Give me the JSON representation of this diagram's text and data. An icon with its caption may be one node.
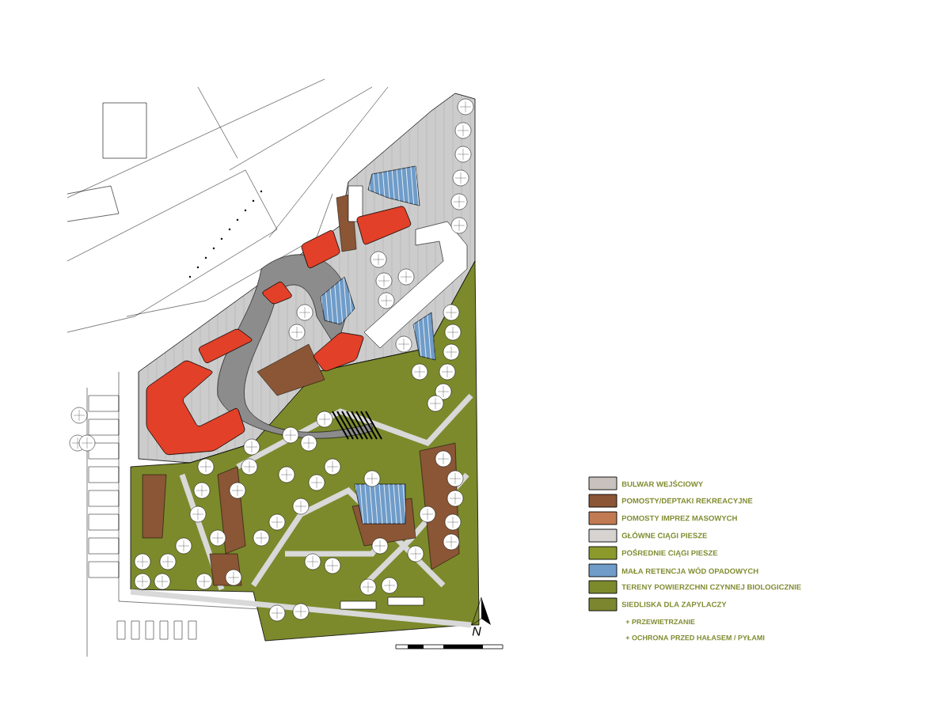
{
  "diagram": {
    "legend": [
      {
        "text": "BULWAR WEJŚCIOWY",
        "color": "#c9c1bd"
      },
      {
        "text": "POMOSTY/DEPTAKI REKREACYJNE",
        "color": "#8a5636"
      },
      {
        "text": "POMOSTY IMPREZ MASOWYCH",
        "color": "#c27a52"
      },
      {
        "text": "GŁÓWNE CIĄGI PIESZE",
        "color": "#d6d3d0"
      },
      {
        "text": "POŚREDNIE CIĄGI PIESZE",
        "color": "#8c9a2c"
      },
      {
        "text": "MAŁA RETENCJA WÓD OPADOWYCH",
        "color": "#6f9cc9"
      },
      {
        "text": "TERENY POWIERZCHNI CZYNNEJ BIOLOGICZNIE",
        "color": "#7c8a2c"
      },
      {
        "text": "SIEDLISKA DLA ZAPYLACZY",
        "color": "#7c862e"
      }
    ],
    "labels": [
      "+ PRZEWIETRZANIE",
      "+ OCHRONA PRZED HAŁASEM / PYŁAMI",
      "N"
    ]
  }
}
